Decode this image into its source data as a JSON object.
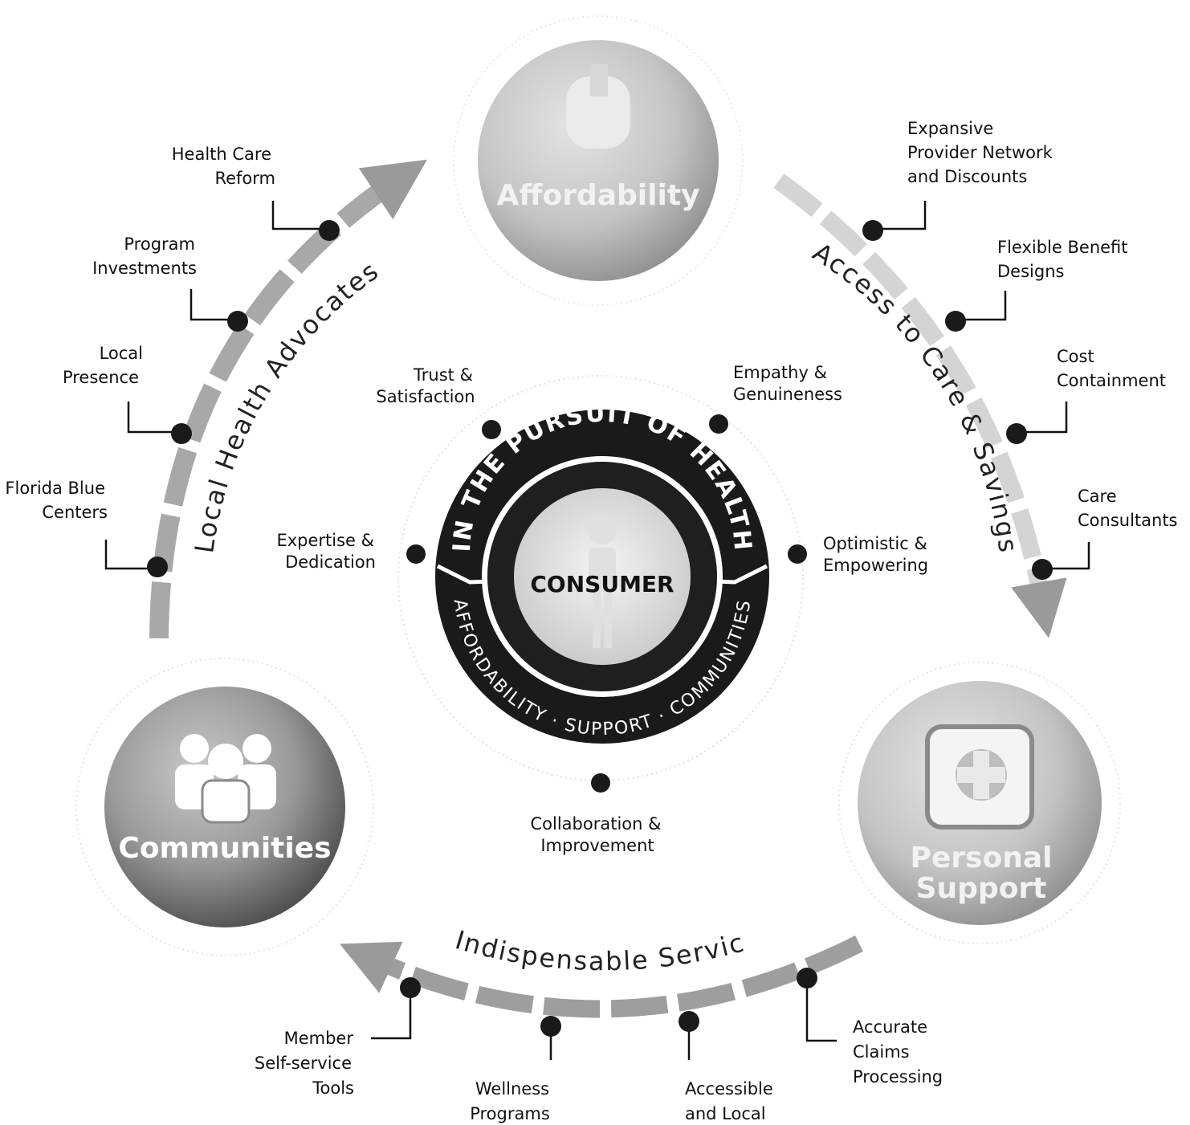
{
  "hubs": {
    "affordability": "Affordability",
    "communities": "Communities",
    "personal_support_line1": "Personal",
    "personal_support_line2": "Support"
  },
  "arrows": {
    "left": "Local Health Advocates",
    "right": "Access to Care & Savings",
    "bottom": "Indispensable Service"
  },
  "center": {
    "ring_top": "IN THE PURSUIT OF HEALTH",
    "ring_bottom_1": "AFFORDABILITY",
    "ring_bottom_2": "SUPPORT",
    "ring_bottom_3": "COMMUNITIES",
    "core": "CONSUMER"
  },
  "values": {
    "trust": [
      "Trust &",
      "Satisfaction"
    ],
    "empathy": [
      "Empathy &",
      "Genuineness"
    ],
    "expertise": [
      "Expertise &",
      "Dedication"
    ],
    "optimistic": [
      "Optimistic &",
      "Empowering"
    ],
    "collaboration": [
      "Collaboration &",
      "Improvement"
    ]
  },
  "left_items": {
    "reform": [
      "Health Care",
      "Reform"
    ],
    "investments": [
      "Program",
      "Investments"
    ],
    "presence": [
      "Local",
      "Presence"
    ],
    "centers": [
      "Florida Blue",
      "Centers"
    ]
  },
  "right_items": {
    "network": [
      "Expansive",
      "Provider Network",
      "and Discounts"
    ],
    "benefit": [
      "Flexible Benefit",
      "Designs"
    ],
    "cost": [
      "Cost",
      "Containment"
    ],
    "consultants": [
      "Care",
      "Consultants"
    ]
  },
  "bottom_items": {
    "selfservice": [
      "Member",
      "Self-service",
      "Tools"
    ],
    "wellness": [
      "Wellness",
      "Programs"
    ],
    "accessible": [
      "Accessible",
      "and Local"
    ],
    "claims": [
      "Accurate",
      "Claims",
      "Processing"
    ]
  }
}
